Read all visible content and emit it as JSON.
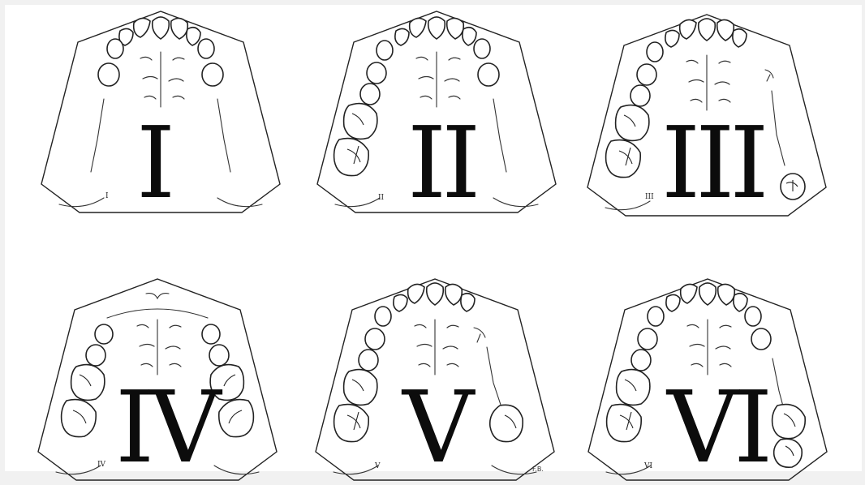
{
  "figure": {
    "casts": [
      {
        "numeral": "I",
        "small_label": "I"
      },
      {
        "numeral": "II",
        "small_label": "II"
      },
      {
        "numeral": "III",
        "small_label": "III"
      },
      {
        "numeral": "IV",
        "small_label": "IV"
      },
      {
        "numeral": "V",
        "small_label": "V"
      },
      {
        "numeral": "VI",
        "small_label": "VI"
      }
    ],
    "signature": "F.B."
  }
}
